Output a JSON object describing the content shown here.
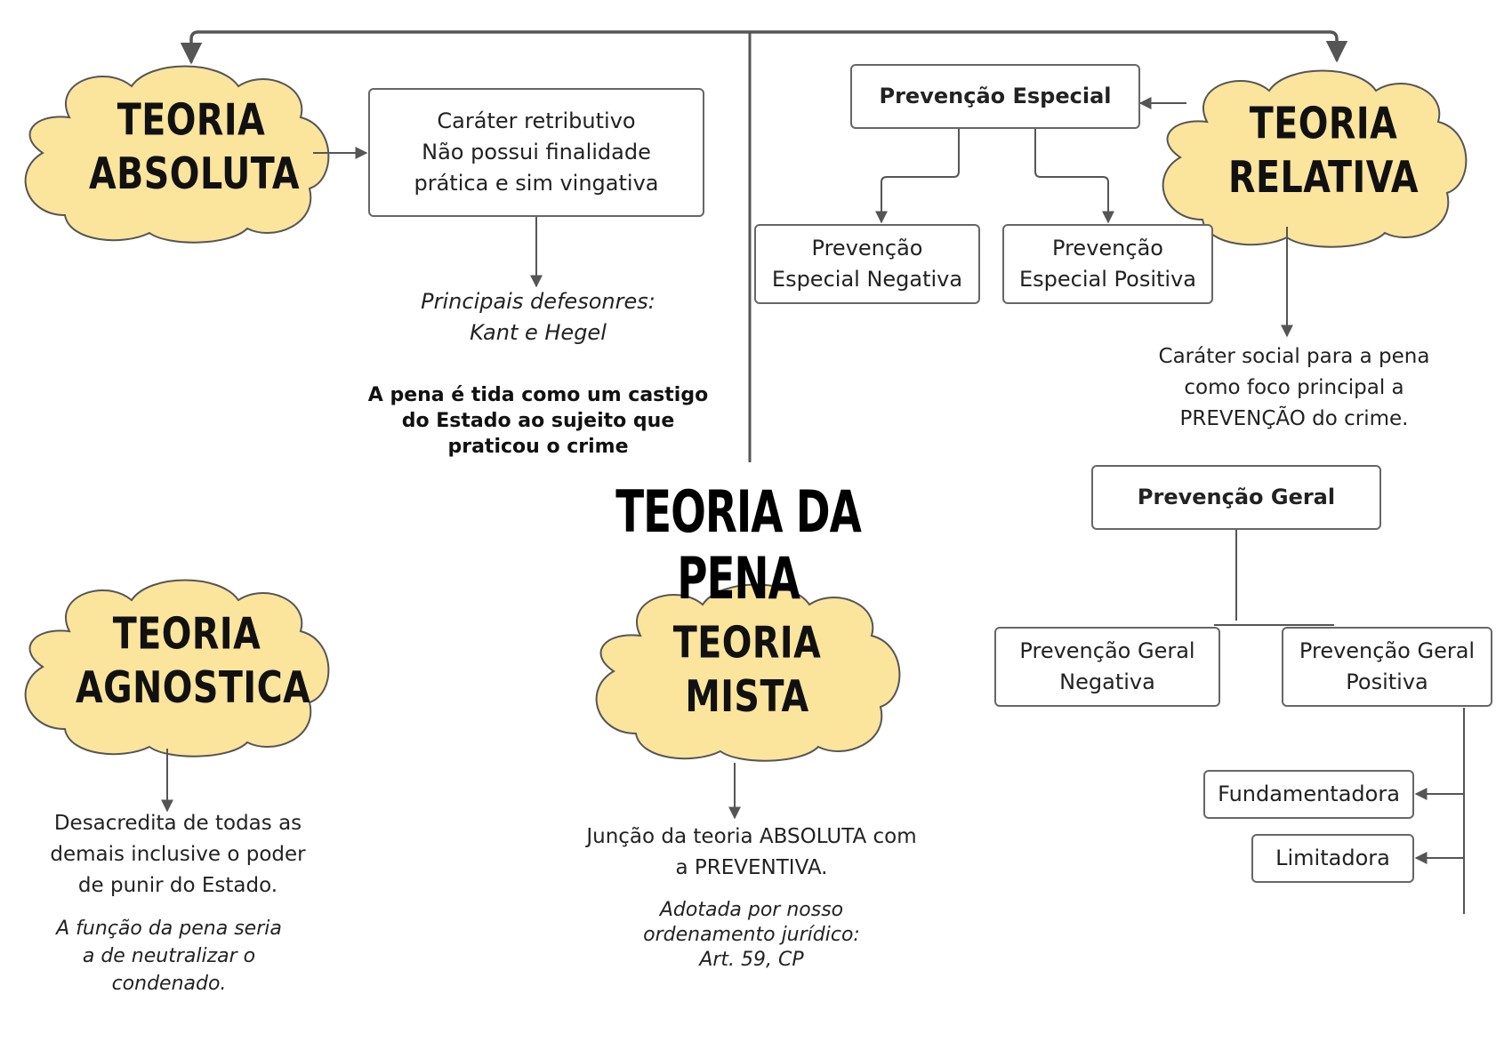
{
  "colors": {
    "cloud_fill": "#fbe49c",
    "cloud_stroke": "#555555",
    "line": "#555555",
    "box_border": "#666666"
  },
  "main_title": "TEORIA DA PENA",
  "absoluta": {
    "title": [
      "TEORIA",
      "ABSOLUTA"
    ],
    "box": [
      "Caráter retributivo",
      "Não possui finalidade",
      "prática e sim vingativa"
    ],
    "defensores": [
      "Principais defesonres:",
      "Kant e Hegel"
    ],
    "castigo": [
      "A pena é tida como um castigo",
      "do Estado ao sujeito que",
      "praticou o crime"
    ]
  },
  "relativa": {
    "title": [
      "TEORIA",
      "RELATIVA"
    ],
    "especial": "Prevenção Especial",
    "especial_negativa": [
      "Prevenção",
      "Especial Negativa"
    ],
    "especial_positiva": [
      "Prevenção",
      "Especial Positiva"
    ],
    "social": [
      "Caráter social para a pena",
      "como foco principal a",
      "PREVENÇÃO do crime."
    ],
    "geral": "Prevenção Geral",
    "geral_negativa": [
      "Prevenção Geral",
      "Negativa"
    ],
    "geral_positiva": [
      "Prevenção Geral",
      "Positiva"
    ],
    "fundamentadora": "Fundamentadora",
    "limitadora": "Limitadora"
  },
  "agnostica": {
    "title": [
      "TEORIA",
      "AGNOSTICA"
    ],
    "desc": [
      "Desacredita de todas as",
      "demais inclusive o poder",
      "de punir do Estado."
    ],
    "funcao": [
      "A função da pena seria",
      "a de neutralizar o",
      "condenado."
    ]
  },
  "mista": {
    "title": [
      "TEORIA",
      "MISTA"
    ],
    "desc": [
      "Junção da teoria ABSOLUTA com",
      "a PREVENTIVA."
    ],
    "adotada": [
      "Adotada por nosso",
      "ordenamento jurídico:",
      "Art. 59, CP"
    ]
  }
}
